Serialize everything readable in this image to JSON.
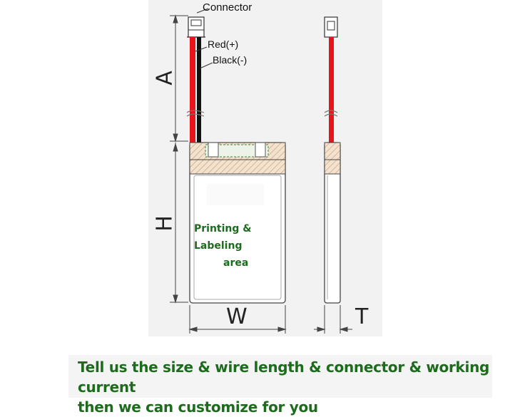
{
  "labels": {
    "connector": "Connector",
    "red": "Red(+)",
    "black": "Black(-)"
  },
  "dimensions": {
    "a": "A",
    "h": "H",
    "w": "W",
    "t": "T"
  },
  "print_area": {
    "line1": "Printing & Labeling",
    "line2": "area"
  },
  "banner": {
    "line1": "Tell us the size & wire length & connector & working current",
    "line2": "then we can customize for you"
  },
  "colors": {
    "wire_red": "#e8141a",
    "wire_black": "#111111",
    "text_green": "#1d6b1d",
    "hatch": "#c9a27a"
  }
}
